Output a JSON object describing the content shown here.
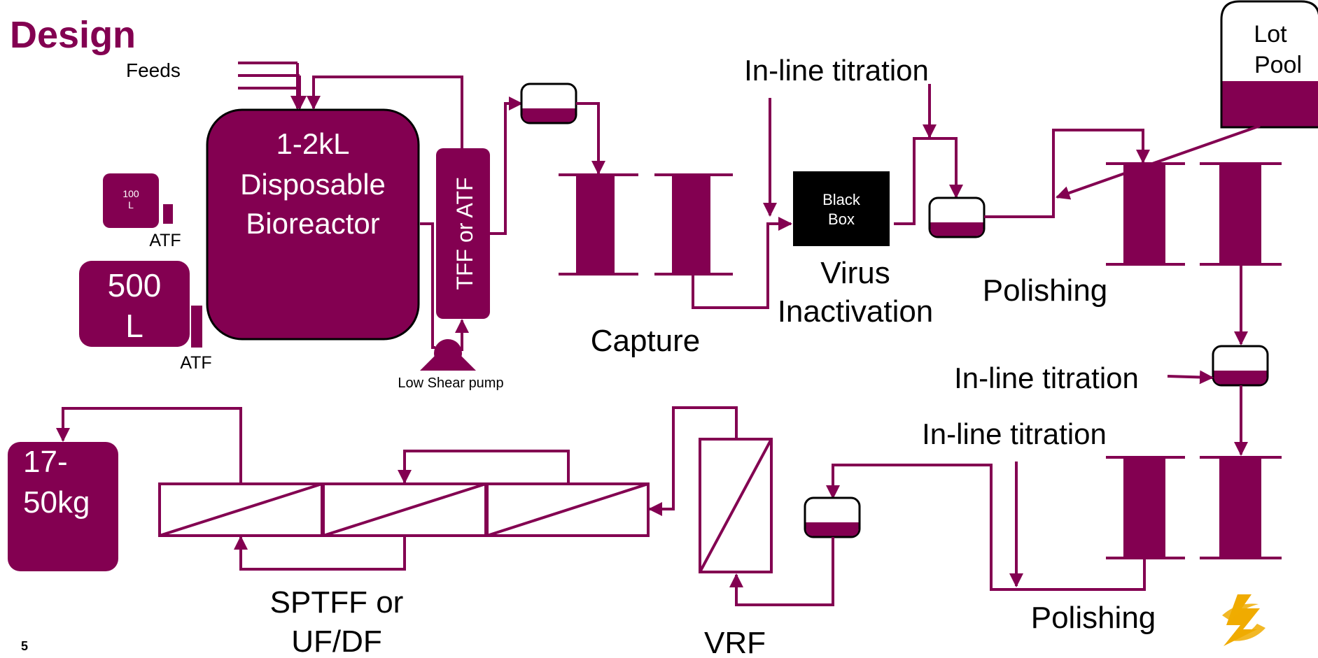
{
  "slide": {
    "title": "Design",
    "page_number": "5"
  },
  "colors": {
    "primary": "#830051",
    "black": "#000000",
    "logo_gold": "#f0ab00",
    "white": "#ffffff"
  },
  "labels": {
    "feeds": "Feeds",
    "bioreactor_l1": "1-2kL",
    "bioreactor_l2": "Disposable",
    "bioreactor_l3": "Bioreactor",
    "vessel_100_l1": "100",
    "vessel_100_l2": "L",
    "atf_small": "ATF",
    "vessel_500_l1": "500",
    "vessel_500_l2": "L",
    "atf_large": "ATF",
    "tff_atf": "TFF or ATF",
    "low_shear_pump": "Low Shear pump",
    "capture": "Capture",
    "inline_titration_1": "In-line titration",
    "black_box_l1": "Black",
    "black_box_l2": "Box",
    "virus_l1": "Virus",
    "virus_l2": "Inactivation",
    "lot_pool_l1": "Lot",
    "lot_pool_l2": "Pool",
    "polishing_1": "Polishing",
    "inline_titration_2": "In-line titration",
    "inline_titration_3": "In-line titration",
    "polishing_2": "Polishing",
    "vrf": "VRF",
    "sptff_l1": "SPTFF or",
    "sptff_l2": "UF/DF",
    "product_l1": "17-",
    "product_l2": "50kg"
  },
  "logo": {
    "name": "astrazeneca-logo-icon"
  }
}
